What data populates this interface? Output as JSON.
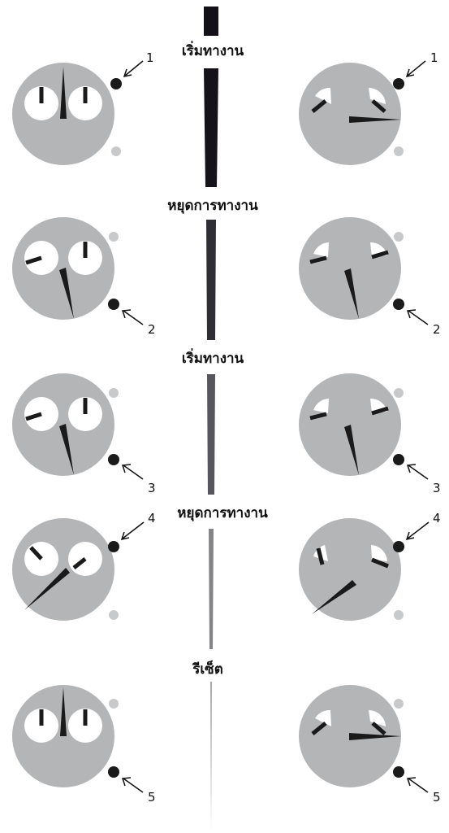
{
  "steps": {
    "start_1": "เริ่มทางาน",
    "stop_1": "หยุดการทางาน",
    "start_2": "เริ่มทางาน",
    "stop_2": "หยุดการทางาน",
    "reset": "รีเซ็ต"
  },
  "numbers": {
    "n1": "1",
    "n2": "2",
    "n3": "3",
    "n4": "4",
    "n5": "5"
  },
  "colors": {
    "dial": "#b4b5b7",
    "hand": "#1a1a1a",
    "face": "#ffffff",
    "button_pressed": "#1a1a1a",
    "button_idle": "#c8c9cb"
  }
}
